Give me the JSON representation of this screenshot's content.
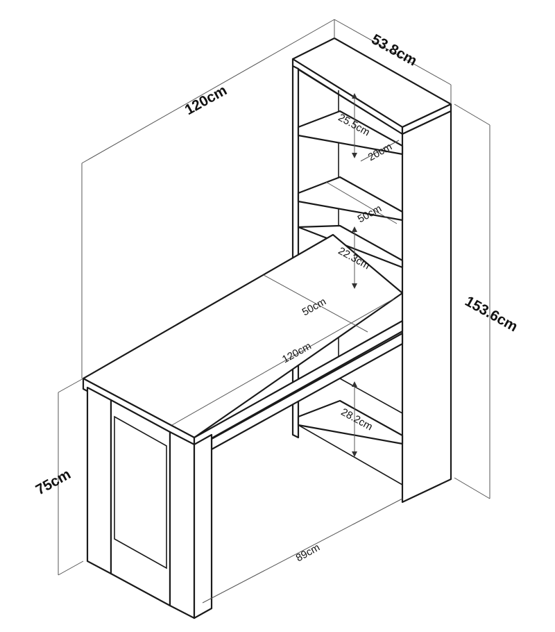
{
  "dimensions": {
    "total_width": "120cm",
    "depth_shelf": "53.8cm",
    "total_height": "153.6cm",
    "desk_height": "75cm",
    "shelf_gap_top": "25.5cm",
    "shelf_inner_width": "20cm",
    "shelf_depth": "50cm",
    "shelf_gap_mid": "22.3cm",
    "desk_depth": "50cm",
    "desk_width": "120cm",
    "shelf_gap_bottom": "28.2cm",
    "leg_span": "89cm"
  }
}
